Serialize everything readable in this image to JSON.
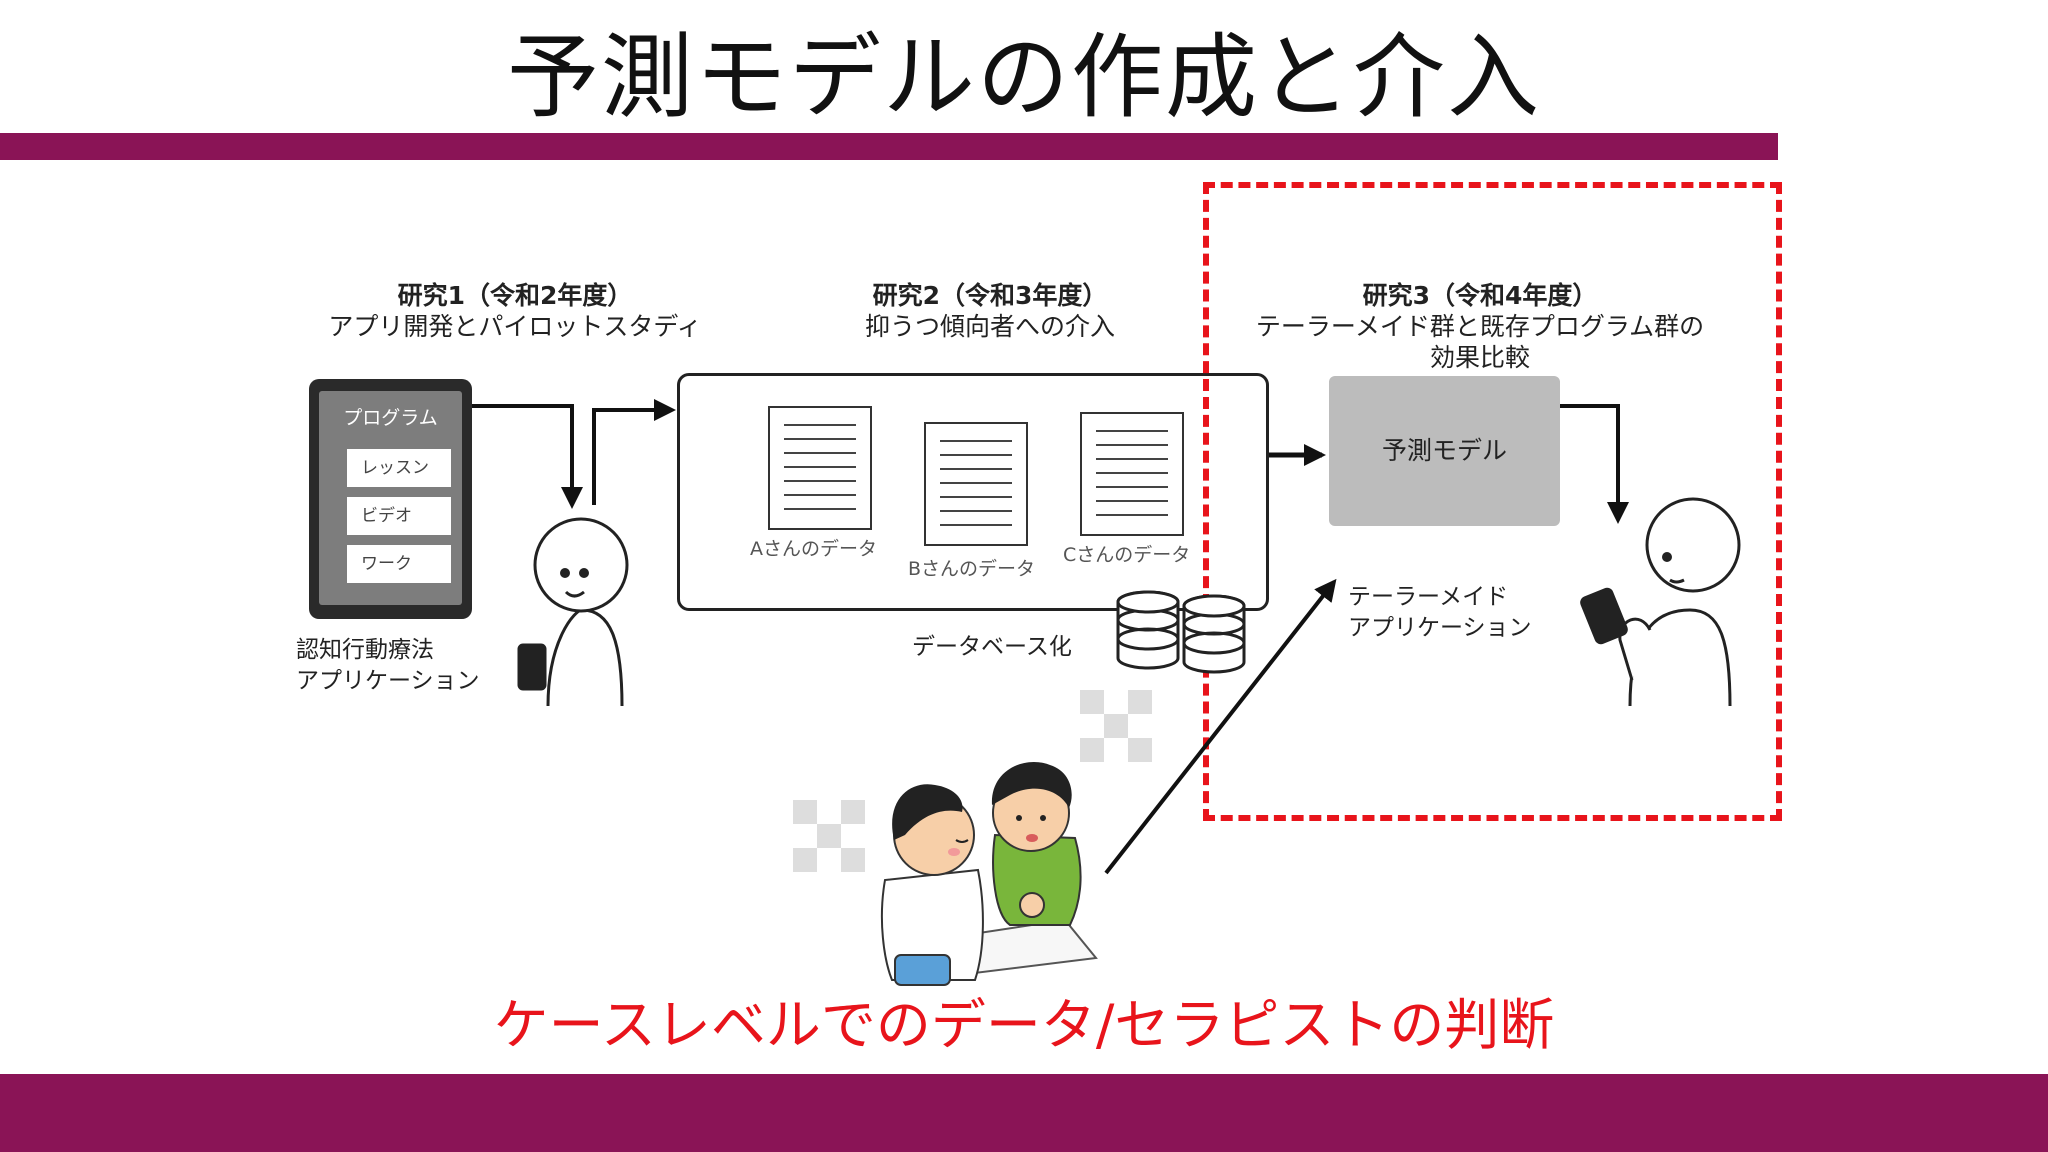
{
  "slide": {
    "title": "予測モデルの作成と介入",
    "conclusion": "ケースレベルでのデータ/セラピストの判断"
  },
  "study1": {
    "heading": "研究1（令和2年度）",
    "subtitle": "アプリ開発とパイロットスタディ",
    "tablet": {
      "title": "プログラム",
      "items": [
        "レッスン",
        "ビデオ",
        "ワーク"
      ]
    },
    "caption_line1": "認知行動療法",
    "caption_line2": "アプリケーション"
  },
  "study2": {
    "heading": "研究2（令和3年度）",
    "subtitle": "抑うつ傾向者への介入",
    "documents": [
      "Aさんのデータ",
      "Bさんのデータ",
      "Cさんのデータ"
    ],
    "database_label": "データベース化"
  },
  "study3": {
    "heading": "研究3（令和4年度）",
    "subtitle_line1": "テーラーメイド群と既存プログラム群の",
    "subtitle_line2": "効果比較",
    "model_label": "予測モデル",
    "app_label_line1": "テーラーメイド",
    "app_label_line2": "アプリケーション"
  },
  "colors": {
    "accent_bar": "#8a1456",
    "highlight_red": "#e8141b",
    "model_box": "#bcbcbc"
  }
}
